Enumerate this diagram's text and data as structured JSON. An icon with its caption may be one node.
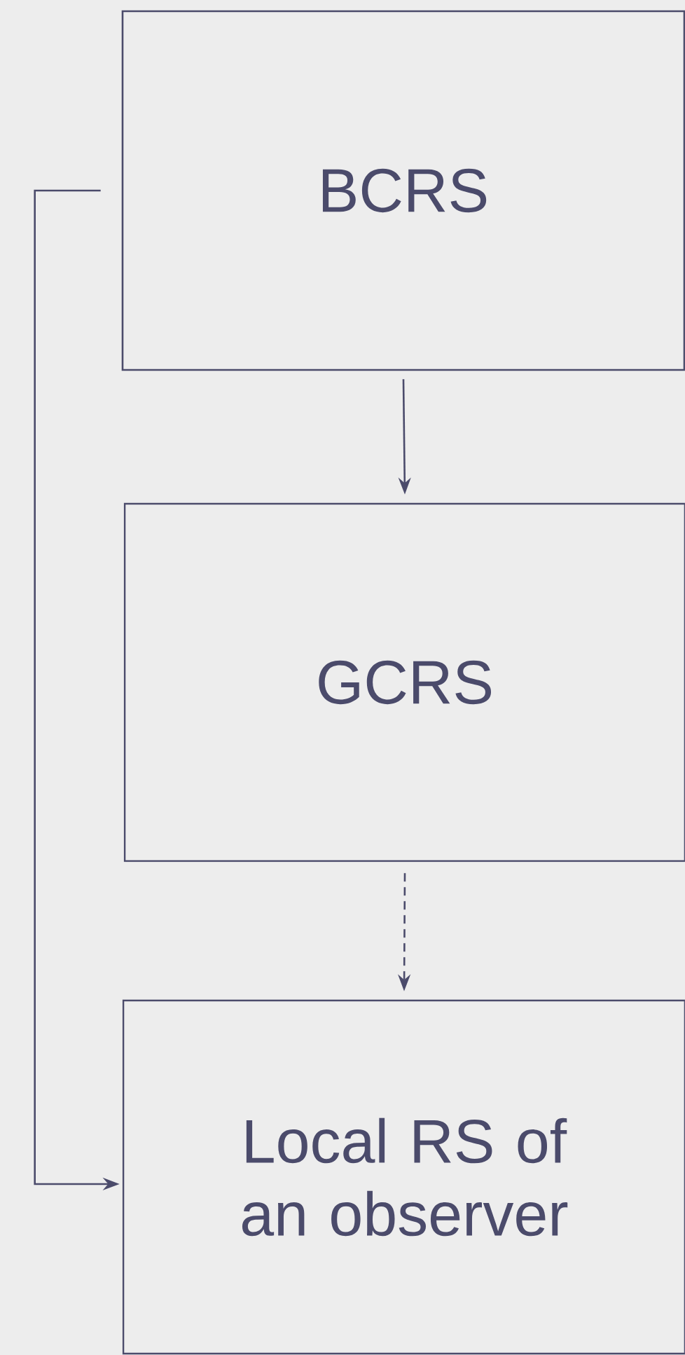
{
  "diagram": {
    "nodes": [
      {
        "text": [
          "BCRS"
        ]
      },
      {
        "text": [
          "GCRS"
        ]
      },
      {
        "text": [
          "Local RS of an observer"
        ]
      }
    ],
    "edges": [
      {
        "from": 0,
        "to": 1,
        "arrow": "to"
      },
      {
        "from": 1,
        "to": 2,
        "arrow": "to",
        "style": "dashed"
      },
      {
        "from": 0,
        "to": 2,
        "arrow": "to"
      }
    ]
  }
}
